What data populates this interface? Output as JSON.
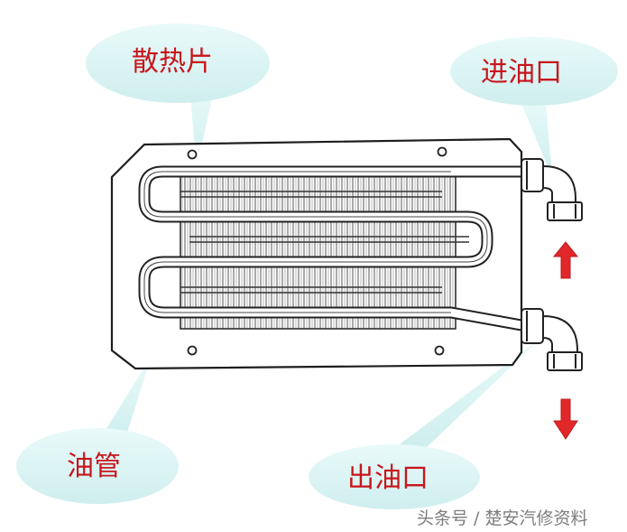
{
  "labels": {
    "fins": "散热片",
    "inlet": "进油口",
    "tube": "油管",
    "outlet": "出油口"
  },
  "watermark": "头条号 / 楚安汽修资料",
  "colors": {
    "label_text": "#c8151b",
    "bubble_fill": "#d8f3f3",
    "line": "#222222",
    "arrow": "#e0282a",
    "watermark": "#7d7d7d"
  },
  "flow_arrows": {
    "inlet": "up",
    "outlet": "down"
  }
}
